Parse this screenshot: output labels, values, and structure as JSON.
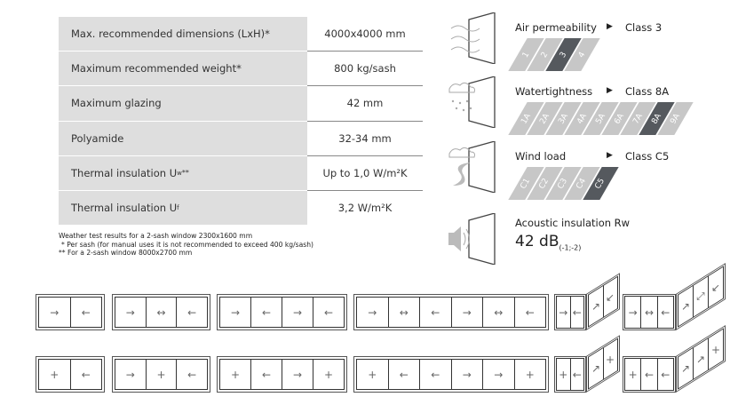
{
  "specs": [
    {
      "label": "Max. recommended dimensions (LxH)*",
      "value": "4000x4000 mm"
    },
    {
      "label": "Maximum recommended weight*",
      "value": "800 kg/sash"
    },
    {
      "label": "Maximum glazing",
      "value": "42 mm"
    },
    {
      "label": "Polyamide",
      "value": "32-34 mm"
    },
    {
      "label": "Thermal insulation U",
      "sub": "w",
      "sup": "**",
      "value": "Up to 1,0 W/m²K"
    },
    {
      "label": "Thermal insulation U",
      "sub": "f",
      "value": "3,2 W/m²K"
    }
  ],
  "notes": [
    "Weather test results for a 2-sash window 2300x1600 mm",
    "* Per sash (for manual uses it is not recommended to exceed 400 kg/sash)",
    "** For a 2-sash window 8000x2700 mm"
  ],
  "properties": [
    {
      "name": "Air permeability",
      "class": "Class 3",
      "icon": "wind-window-icon",
      "classes": [
        "1",
        "2",
        "3",
        "4"
      ],
      "active": "3"
    },
    {
      "name": "Watertightness",
      "class": "Class 8A",
      "icon": "rain-window-icon",
      "classes": [
        "1A",
        "2A",
        "3A",
        "4A",
        "5A",
        "6A",
        "7A",
        "8A",
        "9A"
      ],
      "active": "8A"
    },
    {
      "name": "Wind load",
      "class": "Class C5",
      "icon": "storm-window-icon",
      "classes": [
        "C1",
        "C2",
        "C3",
        "C4",
        "C5"
      ],
      "active": "C5"
    }
  ],
  "acoustic": {
    "name": "Acoustic insulation Rw",
    "value": "42 dB",
    "sub": "(-1;-2)",
    "icon": "speaker-window-icon"
  },
  "arrow_symbol": "▶",
  "colors": {
    "table_bg": "#dedede",
    "bar": "#c7c7c7",
    "bar_active": "#55595e"
  },
  "configurations": [
    [
      [
        "→",
        "←"
      ],
      [
        "→",
        "↔",
        "←"
      ],
      [
        "→",
        "←",
        "→",
        "←"
      ],
      [
        "→",
        "↔",
        "←",
        "→",
        "↔",
        "←"
      ],
      {
        "flat": [
          "→",
          "←"
        ],
        "angled": [
          "↗",
          "↙"
        ]
      },
      {
        "flat": [
          "→",
          "↔",
          "←"
        ],
        "angled": [
          "↗",
          "⤢",
          "↙"
        ]
      }
    ],
    [
      [
        "+",
        "←"
      ],
      [
        "→",
        "+",
        "←"
      ],
      [
        "+",
        "←",
        "→",
        "+"
      ],
      [
        "+",
        "←",
        "←",
        "→",
        "→",
        "+"
      ],
      {
        "flat": [
          "+",
          "←"
        ],
        "angled": [
          "↗",
          "+"
        ]
      },
      {
        "flat": [
          "+",
          "←",
          "←"
        ],
        "angled": [
          "↗",
          "↗",
          "+"
        ]
      }
    ]
  ]
}
